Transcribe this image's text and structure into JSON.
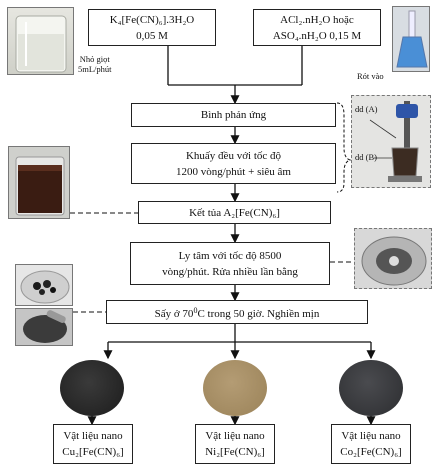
{
  "reagent_left": {
    "line1": "K₄[Fe(CN)₆].3H₂O",
    "line2": "0,05 M"
  },
  "reagent_right": {
    "line1": "ACl₂.nH₂O hoặc",
    "line2": "ASO₄.nH₂O 0,15 M"
  },
  "note_left": {
    "line1": "Nhỏ giọt",
    "line2": "5mL/phút"
  },
  "note_right": "Rót vào",
  "steps": {
    "reactor": "Bình phản ứng",
    "stir_line1": "Khuấy đều với tốc độ",
    "stir_line2": "1200 vòng/phút + siêu âm",
    "precipitate": "Kết tủa A₂[Fe(CN)₆]",
    "centrifuge_line1": "Ly tâm với tốc độ 8500",
    "centrifuge_line2": "vòng/phút. Rửa nhiều lần bằng",
    "dry_prefix": "Sấy ở 70",
    "dry_sup": "0",
    "dry_suffix": "C trong 50 giờ. Nghiền mịn"
  },
  "setup_labels": {
    "a": "dd (A)",
    "b": "dd (B)"
  },
  "products": [
    {
      "line1": "Vật liệu nano",
      "line2": "Cu₂[Fe(CN)₆]",
      "color": "#2a2a2a"
    },
    {
      "line1": "Vật liệu nano",
      "line2": "Ni₂[Fe(CN)₆]",
      "color": "#a8906a"
    },
    {
      "line1": "Vật liệu nano",
      "line2": "Co₂[Fe(CN)₆]",
      "color": "#3a3b3e"
    }
  ]
}
